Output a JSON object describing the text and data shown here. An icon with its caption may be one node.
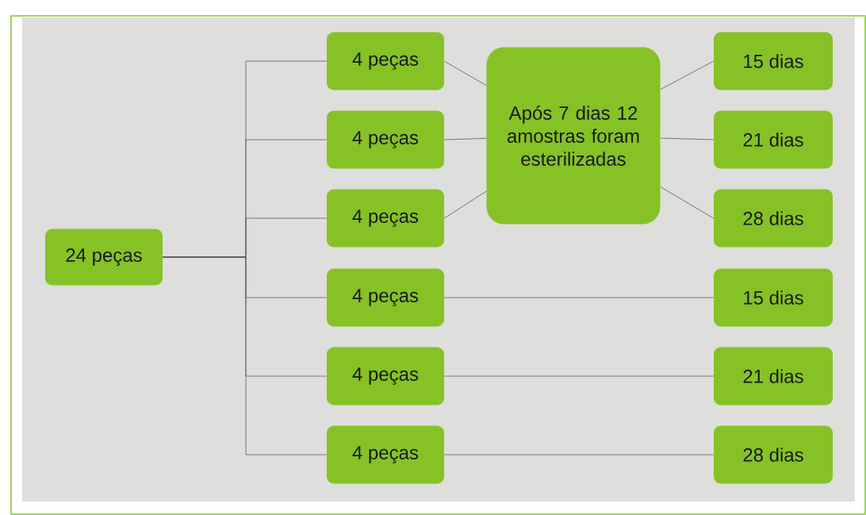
{
  "diagram": {
    "nodes": [
      {
        "text": [
          "24 peças"
        ]
      },
      {
        "text": [
          "4 peças"
        ]
      },
      {
        "text": [
          "4 peças"
        ]
      },
      {
        "text": [
          "4 peças"
        ]
      },
      {
        "text": [
          "4 peças"
        ]
      },
      {
        "text": [
          "4 peças"
        ]
      },
      {
        "text": [
          "4 peças"
        ]
      },
      {
        "text": [
          "Após 7 dias 12 amostras foram esterilizadas"
        ]
      },
      {
        "text": [
          "15 dias"
        ]
      },
      {
        "text": [
          "21 dias"
        ]
      },
      {
        "text": [
          "28 dias"
        ]
      },
      {
        "text": [
          "15 dias"
        ]
      },
      {
        "text": [
          "21 dias"
        ]
      },
      {
        "text": [
          "28 dias"
        ]
      }
    ],
    "edges": [
      {
        "from": 0,
        "to": 1,
        "arrow": "none"
      },
      {
        "from": 0,
        "to": 2,
        "arrow": "none"
      },
      {
        "from": 0,
        "to": 3,
        "arrow": "none"
      },
      {
        "from": 0,
        "to": 4,
        "arrow": "none"
      },
      {
        "from": 0,
        "to": 5,
        "arrow": "none"
      },
      {
        "from": 0,
        "to": 6,
        "arrow": "none"
      },
      {
        "from": 1,
        "to": 7,
        "arrow": "none"
      },
      {
        "from": 2,
        "to": 7,
        "arrow": "none"
      },
      {
        "from": 3,
        "to": 7,
        "arrow": "none"
      },
      {
        "from": 7,
        "to": 8,
        "arrow": "none"
      },
      {
        "from": 7,
        "to": 9,
        "arrow": "none"
      },
      {
        "from": 7,
        "to": 10,
        "arrow": "none"
      },
      {
        "from": 4,
        "to": 11,
        "arrow": "none"
      },
      {
        "from": 5,
        "to": 12,
        "arrow": "none"
      },
      {
        "from": 6,
        "to": 13,
        "arrow": "none"
      }
    ]
  }
}
